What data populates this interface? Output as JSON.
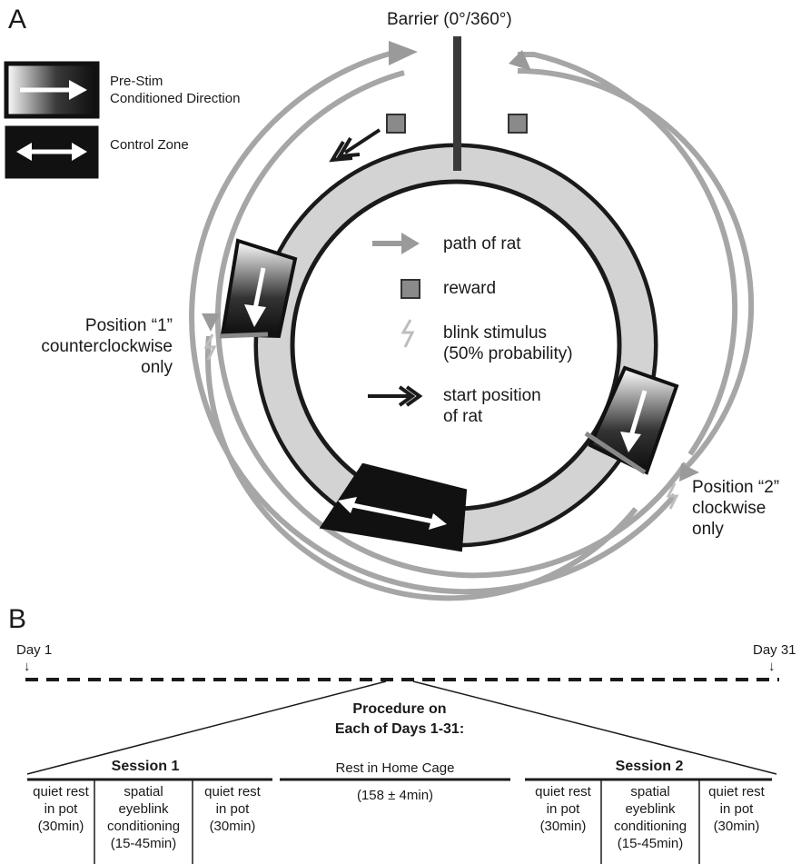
{
  "panel_a": {
    "label": "A",
    "barrier_label": "Barrier (0°/360°)",
    "legend": {
      "pre_stim": "Pre-Stim\nConditioned Direction",
      "control_zone": "Control Zone"
    },
    "key": {
      "path": "path of rat",
      "reward": "reward",
      "blink": "blink stimulus\n(50% probability)",
      "start": "start position\nof rat"
    },
    "position1": "Position “1”\ncounterclockwise\nonly",
    "position2": "Position “2”\nclockwise\nonly"
  },
  "panel_b": {
    "label": "B",
    "day_start": "Day 1",
    "day_end": "Day 31",
    "arrow_glyph": "↓",
    "procedure_title": "Procedure on\nEach of Days 1-31:",
    "session1_label": "Session 1",
    "session2_label": "Session 2",
    "rest_label": "Rest in Home Cage",
    "rest_duration": "(158 ± 4min)",
    "session1_cells": [
      "quiet rest\nin pot\n(30min)",
      "spatial\neyeblink\nconditioning\n(15-45min)",
      "quiet rest\nin pot\n(30min)"
    ],
    "session2_cells": [
      "quiet rest\nin pot\n(30min)",
      "spatial\neyeblink\nconditioning\n(15-45min)",
      "quiet rest\nin pot\n(30min)"
    ]
  }
}
